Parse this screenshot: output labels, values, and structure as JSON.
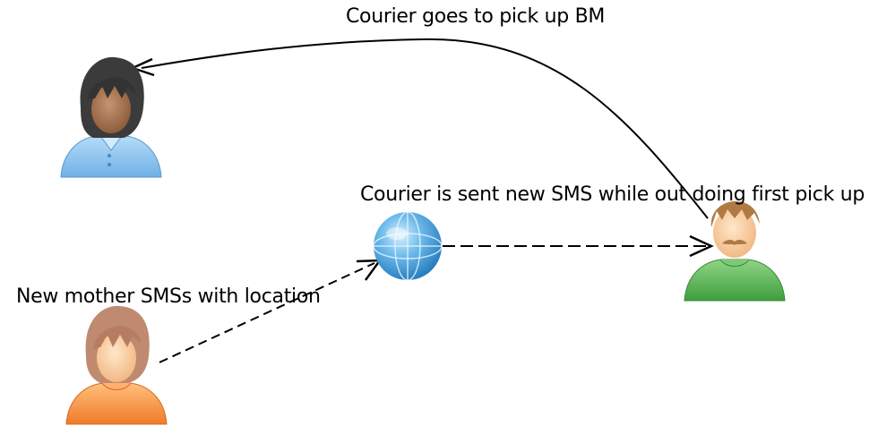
{
  "labels": {
    "pickup": "Courier goes to pick up BM",
    "sent_sms": "Courier is sent new SMS while out doing first pick up",
    "mother_sms": "New mother SMSs with location"
  },
  "icons": {
    "breast_milk_donor": "person-icon",
    "courier": "person-with-mustache-icon",
    "new_mother": "person-icon",
    "sms_hub": "globe-icon"
  },
  "colors": {
    "donor_shirt": "#8cc8f0",
    "donor_hair": "#3c3c3c",
    "courier_shirt": "#5fb85a",
    "courier_hair": "#b07a45",
    "mother_shirt": "#f59a4a",
    "mother_hair": "#c08a70",
    "globe": "#4aa4e0"
  }
}
